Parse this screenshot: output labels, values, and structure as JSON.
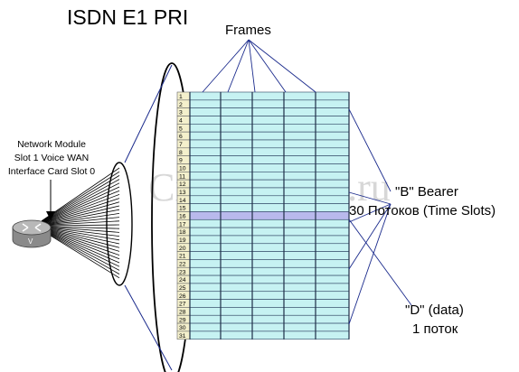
{
  "title": "ISDN E1 PRI",
  "frames_label": "Frames",
  "module_label": [
    "Network Module",
    "Slot 1 Voice WAN",
    "Interface Card Slot 0"
  ],
  "bearer": {
    "line1": "\"B\" Bearer",
    "line2": "30 Потоков (Time Slots)"
  },
  "dchannel": {
    "line1": "\"D\" (data)",
    "line2": "1 поток"
  },
  "watermark": "CiscoMaster.ru",
  "slots": [
    "1",
    "2",
    "3",
    "4",
    "5",
    "6",
    "7",
    "8",
    "9",
    "10",
    "11",
    "12",
    "13",
    "14",
    "15",
    "16",
    "17",
    "18",
    "19",
    "20",
    "21",
    "22",
    "23",
    "24",
    "25",
    "26",
    "27",
    "28",
    "29",
    "30",
    "31"
  ],
  "d_slot": "16",
  "router_icon": "router-icon",
  "colors": {
    "cell": "#c6f2f2",
    "d_slot": "#b9b9ec",
    "slot_label_bg": "#f4f0cc",
    "lines": "#1a2a8c"
  }
}
